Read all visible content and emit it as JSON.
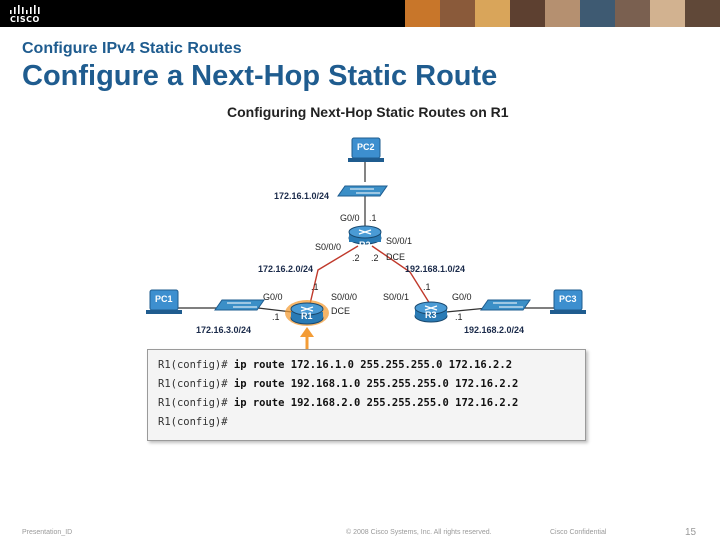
{
  "header": {
    "logo_text": "CISCO",
    "section_title": "Configure IPv4 Static Routes",
    "slide_title": "Configure a Next-Hop Static Route"
  },
  "diagram": {
    "title": "Configuring Next-Hop Static Routes on R1",
    "devices": {
      "pc1": "PC1",
      "pc2": "PC2",
      "pc3": "PC3",
      "r1": "R1",
      "r2": "R2",
      "r3": "R3"
    },
    "networks": {
      "lan_r2": "172.16.1.0/24",
      "lan_r1": "172.16.3.0/24",
      "lan_r3": "192.168.2.0/24",
      "wan_r1_r2": "172.16.2.0/24",
      "wan_r2_r3": "192.168.1.0/24"
    },
    "interfaces": {
      "r2_g00": "G0/0",
      "r2_g00_host": ".1",
      "r2_s000": "S0/0/0",
      "r2_s001": "S0/0/1",
      "r2_s000_host": ".2",
      "r2_s001_host": ".2",
      "r2_dce": "DCE",
      "r1_g00": "G0/0",
      "r1_g00_host": ".1",
      "r1_s000": "S0/0/0",
      "r1_s000_host": ".1",
      "r1_dce": "DCE",
      "r3_s001": "S0/0/1",
      "r3_s001_host": ".1",
      "r3_g00": "G0/0",
      "r3_g00_host": ".1"
    },
    "colors": {
      "router": "#2a7bb5",
      "switch": "#3b8fc7",
      "pc": "#3d8fcf",
      "link": "#333333",
      "serial_link": "#c0392b",
      "highlight": "#f39c36"
    }
  },
  "cli": {
    "prompts": [
      "R1(config)#",
      "R1(config)#",
      "R1(config)#",
      "R1(config)#"
    ],
    "commands": [
      "ip route 172.16.1.0 255.255.255.0 172.16.2.2",
      "ip route 192.168.1.0 255.255.255.0 172.16.2.2",
      "ip route 192.168.2.0 255.255.255.0 172.16.2.2",
      ""
    ]
  },
  "footer": {
    "presentation_id": "Presentation_ID",
    "copyright": "© 2008 Cisco Systems, Inc. All rights reserved.",
    "confidential": "Cisco Confidential",
    "page_number": "15"
  }
}
